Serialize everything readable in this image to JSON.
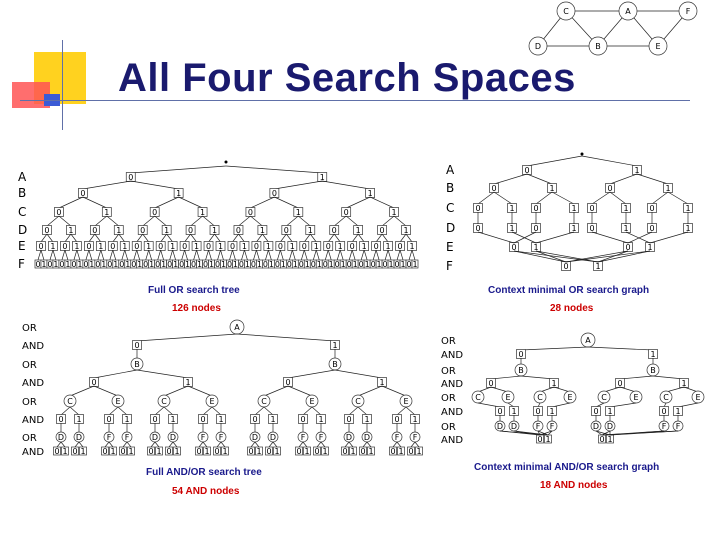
{
  "title": "All Four Search Spaces",
  "primal_graph": {
    "nodes": [
      {
        "id": "C",
        "label": "C"
      },
      {
        "id": "A",
        "label": "A"
      },
      {
        "id": "F",
        "label": "F"
      },
      {
        "id": "D",
        "label": "D"
      },
      {
        "id": "B",
        "label": "B"
      },
      {
        "id": "E",
        "label": "E"
      }
    ],
    "edges": [
      [
        "C",
        "A"
      ],
      [
        "A",
        "F"
      ],
      [
        "C",
        "D"
      ],
      [
        "C",
        "B"
      ],
      [
        "A",
        "B"
      ],
      [
        "A",
        "E"
      ],
      [
        "F",
        "E"
      ],
      [
        "D",
        "B"
      ],
      [
        "B",
        "E"
      ]
    ]
  },
  "or_tree": {
    "row_labels": [
      "A",
      "B",
      "C",
      "D",
      "E",
      "F"
    ],
    "caption": "Full OR search tree",
    "count": "126 nodes"
  },
  "or_graph": {
    "row_labels": [
      "A",
      "B",
      "C",
      "D",
      "E",
      "F"
    ],
    "caption": "Context minimal OR search graph",
    "count": "28 nodes"
  },
  "andor_tree": {
    "row_labels": [
      "OR",
      "AND",
      "OR",
      "AND",
      "OR",
      "AND",
      "OR",
      "AND"
    ],
    "caption": "Full AND/OR search tree",
    "count": "54 AND nodes"
  },
  "andor_graph": {
    "row_labels": [
      "OR",
      "AND",
      "OR",
      "AND",
      "OR",
      "AND",
      "OR",
      "AND"
    ],
    "caption": "Context minimal AND/OR search graph",
    "count": "18 AND nodes"
  },
  "values": [
    "0",
    "1"
  ],
  "var_names": {
    "A": "A",
    "B": "B",
    "C": "C",
    "D": "D",
    "E": "E",
    "F": "F"
  },
  "colors": {
    "title": "#1a1a6e",
    "caption": "#1a1a8c",
    "count": "#cc0000",
    "node_fill": "#ffffff",
    "node_stroke": "#333333",
    "deco_yellow": "#ffd21f",
    "deco_red": "#ff3b3b",
    "deco_blue": "#3b5bd6",
    "deco_line": "#6070a8"
  }
}
